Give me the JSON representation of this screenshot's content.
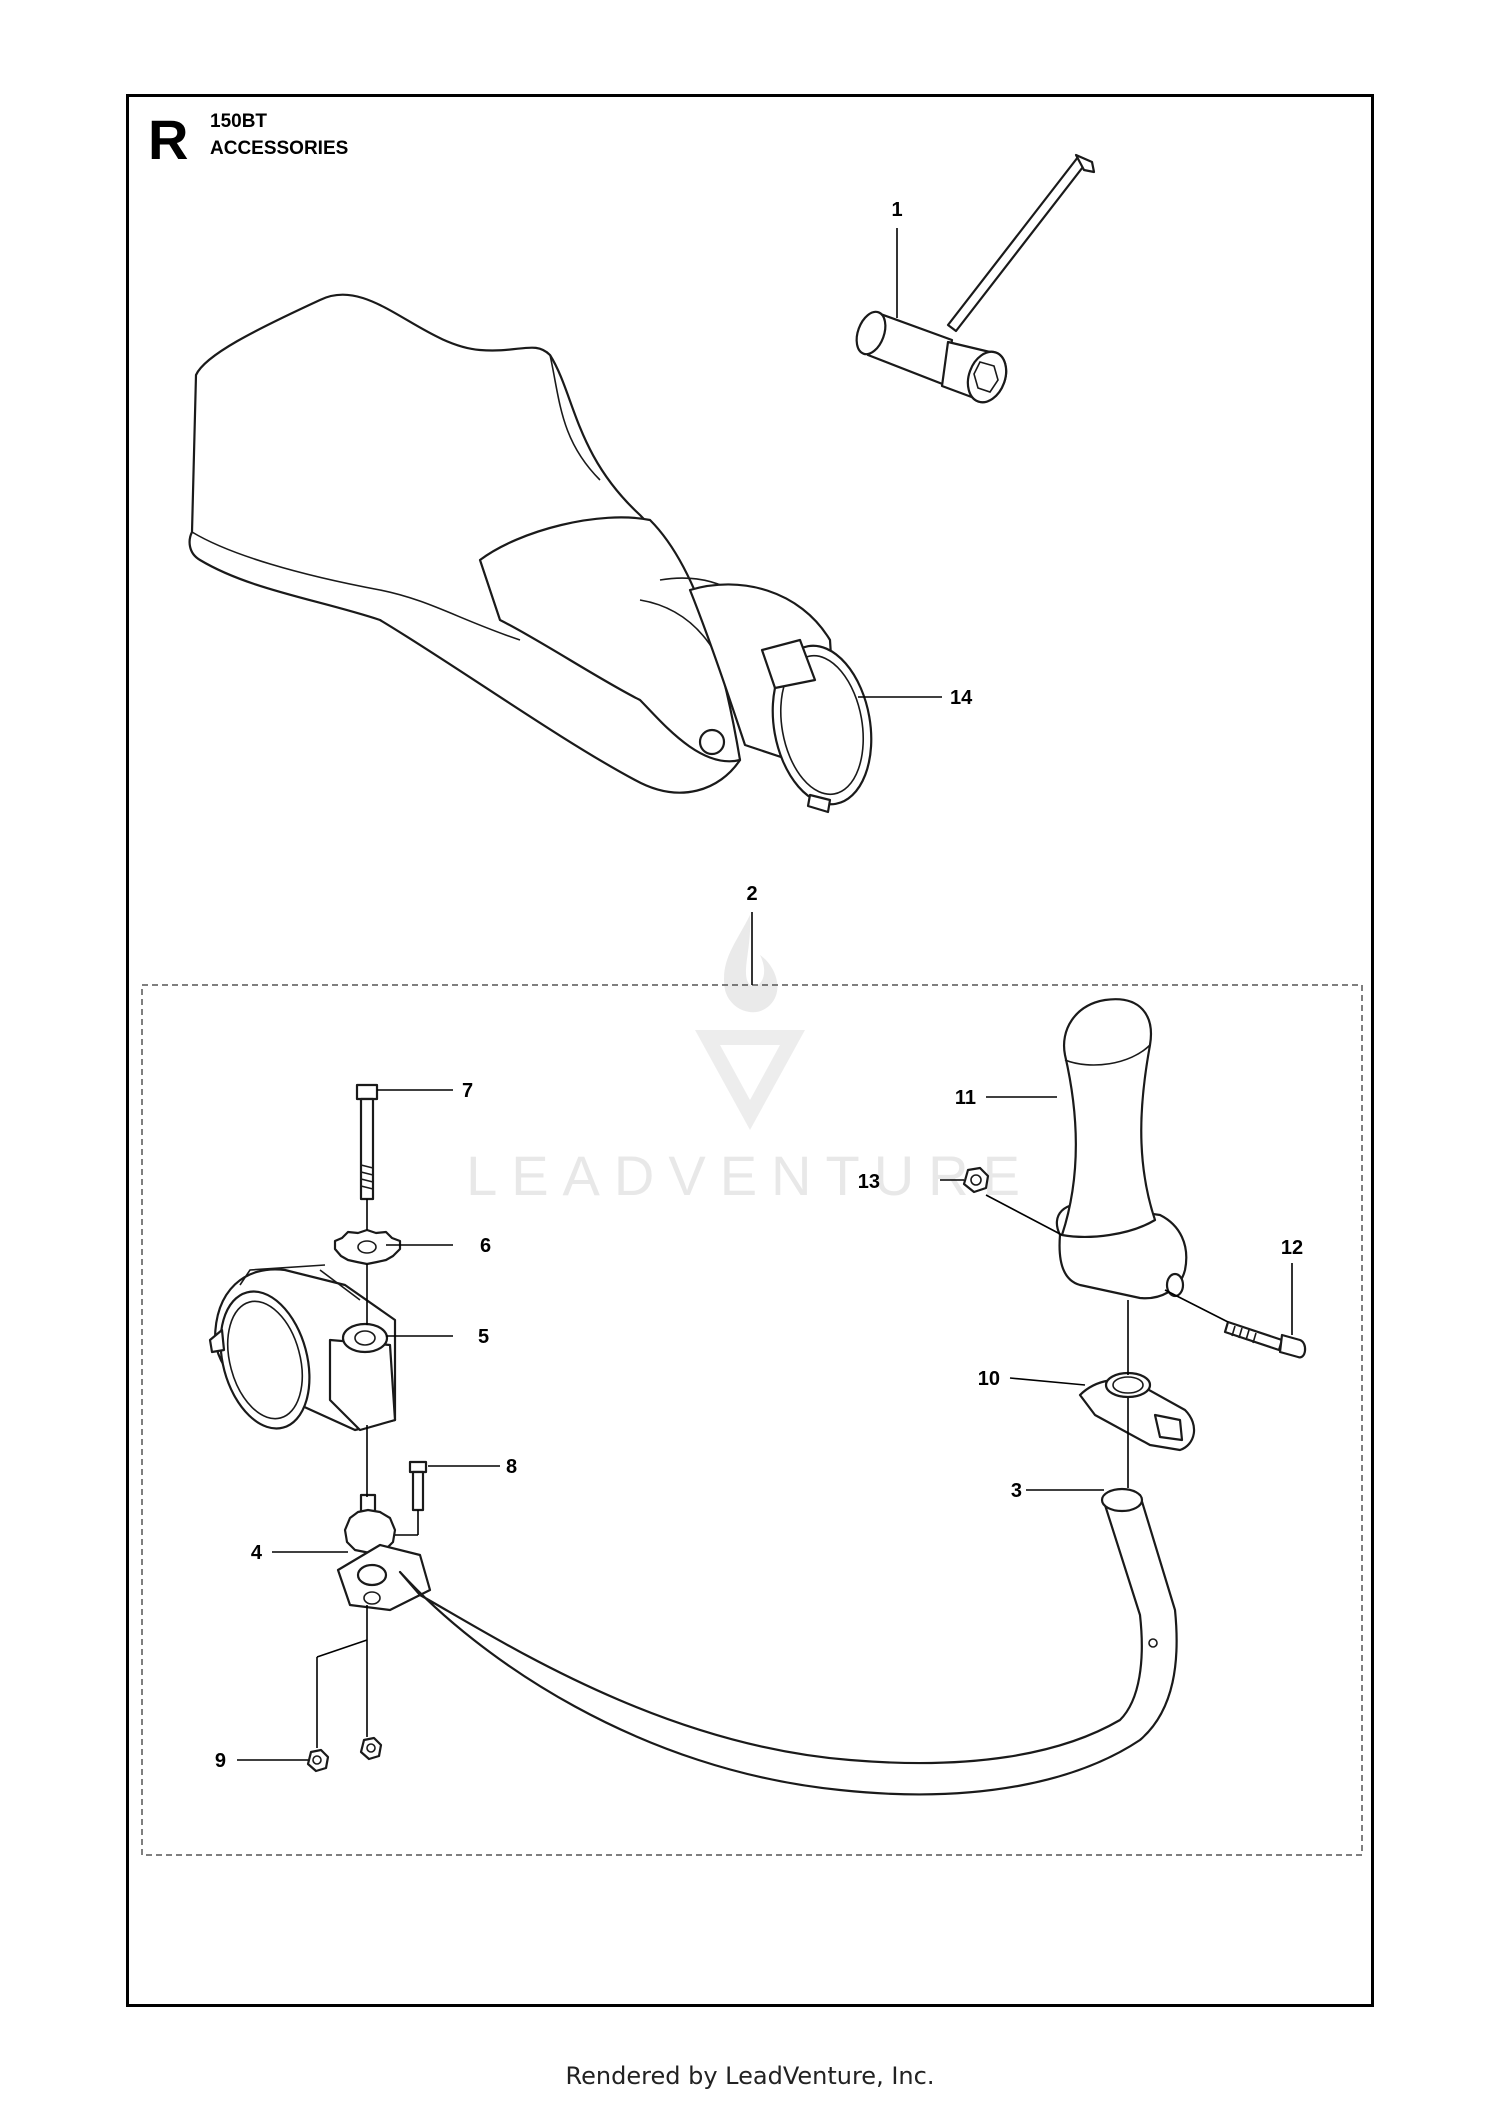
{
  "header": {
    "section_letter": "R",
    "model": "150BT",
    "title": "ACCESSORIES"
  },
  "watermark": {
    "text": "LEADVENTURE"
  },
  "callouts": [
    {
      "id": "c1",
      "label": "1",
      "part_icon": "combination-wrench-icon"
    },
    {
      "id": "c2",
      "label": "2",
      "part_icon": "handle-kit-group"
    },
    {
      "id": "c3",
      "label": "3",
      "part_icon": "loop-handle-tube-icon"
    },
    {
      "id": "c4",
      "label": "4",
      "part_icon": "handle-bracket-icon"
    },
    {
      "id": "c5",
      "label": "5",
      "part_icon": "clamp-icon"
    },
    {
      "id": "c6",
      "label": "6",
      "part_icon": "serrated-washer-icon"
    },
    {
      "id": "c7",
      "label": "7",
      "part_icon": "bolt-icon"
    },
    {
      "id": "c8",
      "label": "8",
      "part_icon": "screw-icon"
    },
    {
      "id": "c9",
      "label": "9",
      "part_icon": "nut-icon"
    },
    {
      "id": "c10",
      "label": "10",
      "part_icon": "handle-clamp-icon"
    },
    {
      "id": "c11",
      "label": "11",
      "part_icon": "grip-handle-icon"
    },
    {
      "id": "c12",
      "label": "12",
      "part_icon": "socket-screw-icon"
    },
    {
      "id": "c13",
      "label": "13",
      "part_icon": "nut-icon"
    },
    {
      "id": "c14",
      "label": "14",
      "part_icon": "flat-nozzle-icon"
    }
  ],
  "footer": {
    "text": "Rendered by LeadVenture, Inc."
  }
}
